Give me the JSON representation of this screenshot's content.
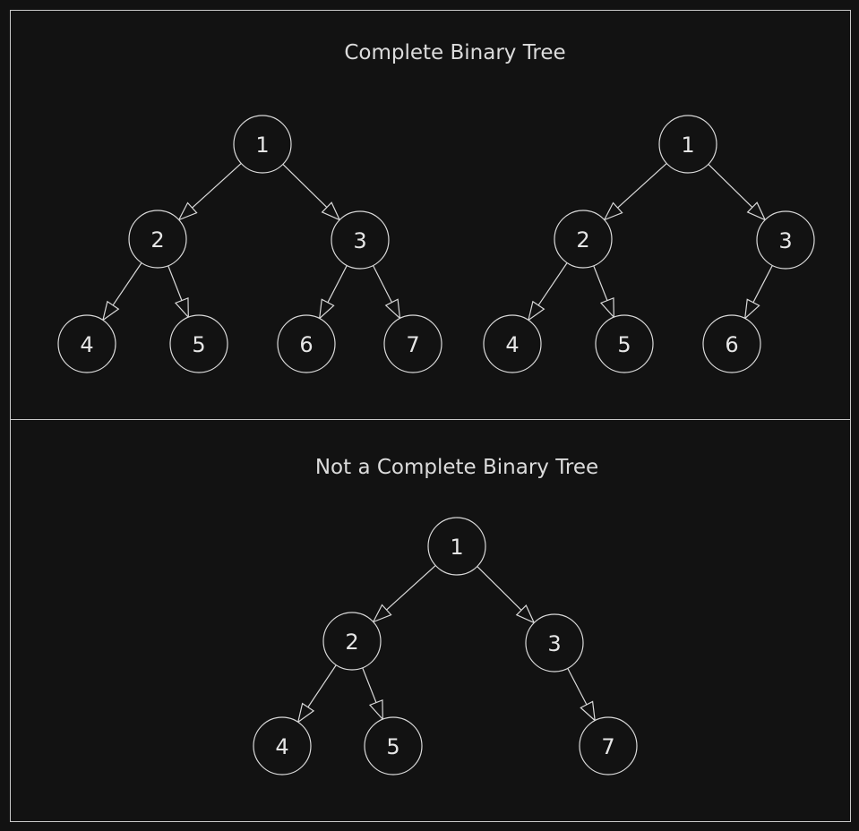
{
  "colors": {
    "background": "#121212",
    "stroke": "#d9d9d9",
    "text": "#e6e6e6"
  },
  "panels": [
    {
      "id": "complete",
      "title": "Complete Binary Tree",
      "trees": [
        {
          "id": "complete-full",
          "nodes": [
            {
              "id": "1",
              "label": "1"
            },
            {
              "id": "2",
              "label": "2"
            },
            {
              "id": "3",
              "label": "3"
            },
            {
              "id": "4",
              "label": "4"
            },
            {
              "id": "5",
              "label": "5"
            },
            {
              "id": "6",
              "label": "6"
            },
            {
              "id": "7",
              "label": "7"
            }
          ],
          "edges": [
            [
              "1",
              "2"
            ],
            [
              "1",
              "3"
            ],
            [
              "2",
              "4"
            ],
            [
              "2",
              "5"
            ],
            [
              "3",
              "6"
            ],
            [
              "3",
              "7"
            ]
          ]
        },
        {
          "id": "complete-partial",
          "nodes": [
            {
              "id": "1",
              "label": "1"
            },
            {
              "id": "2",
              "label": "2"
            },
            {
              "id": "3",
              "label": "3"
            },
            {
              "id": "4",
              "label": "4"
            },
            {
              "id": "5",
              "label": "5"
            },
            {
              "id": "6",
              "label": "6"
            }
          ],
          "edges": [
            [
              "1",
              "2"
            ],
            [
              "1",
              "3"
            ],
            [
              "2",
              "4"
            ],
            [
              "2",
              "5"
            ],
            [
              "3",
              "6"
            ]
          ]
        }
      ]
    },
    {
      "id": "not-complete",
      "title": "Not a Complete Binary Tree",
      "trees": [
        {
          "id": "not-complete-tree",
          "nodes": [
            {
              "id": "1",
              "label": "1"
            },
            {
              "id": "2",
              "label": "2"
            },
            {
              "id": "3",
              "label": "3"
            },
            {
              "id": "4",
              "label": "4"
            },
            {
              "id": "5",
              "label": "5"
            },
            {
              "id": "7",
              "label": "7"
            }
          ],
          "edges": [
            [
              "1",
              "2"
            ],
            [
              "1",
              "3"
            ],
            [
              "2",
              "4"
            ],
            [
              "2",
              "5"
            ],
            [
              "3",
              "7"
            ]
          ]
        }
      ]
    }
  ]
}
